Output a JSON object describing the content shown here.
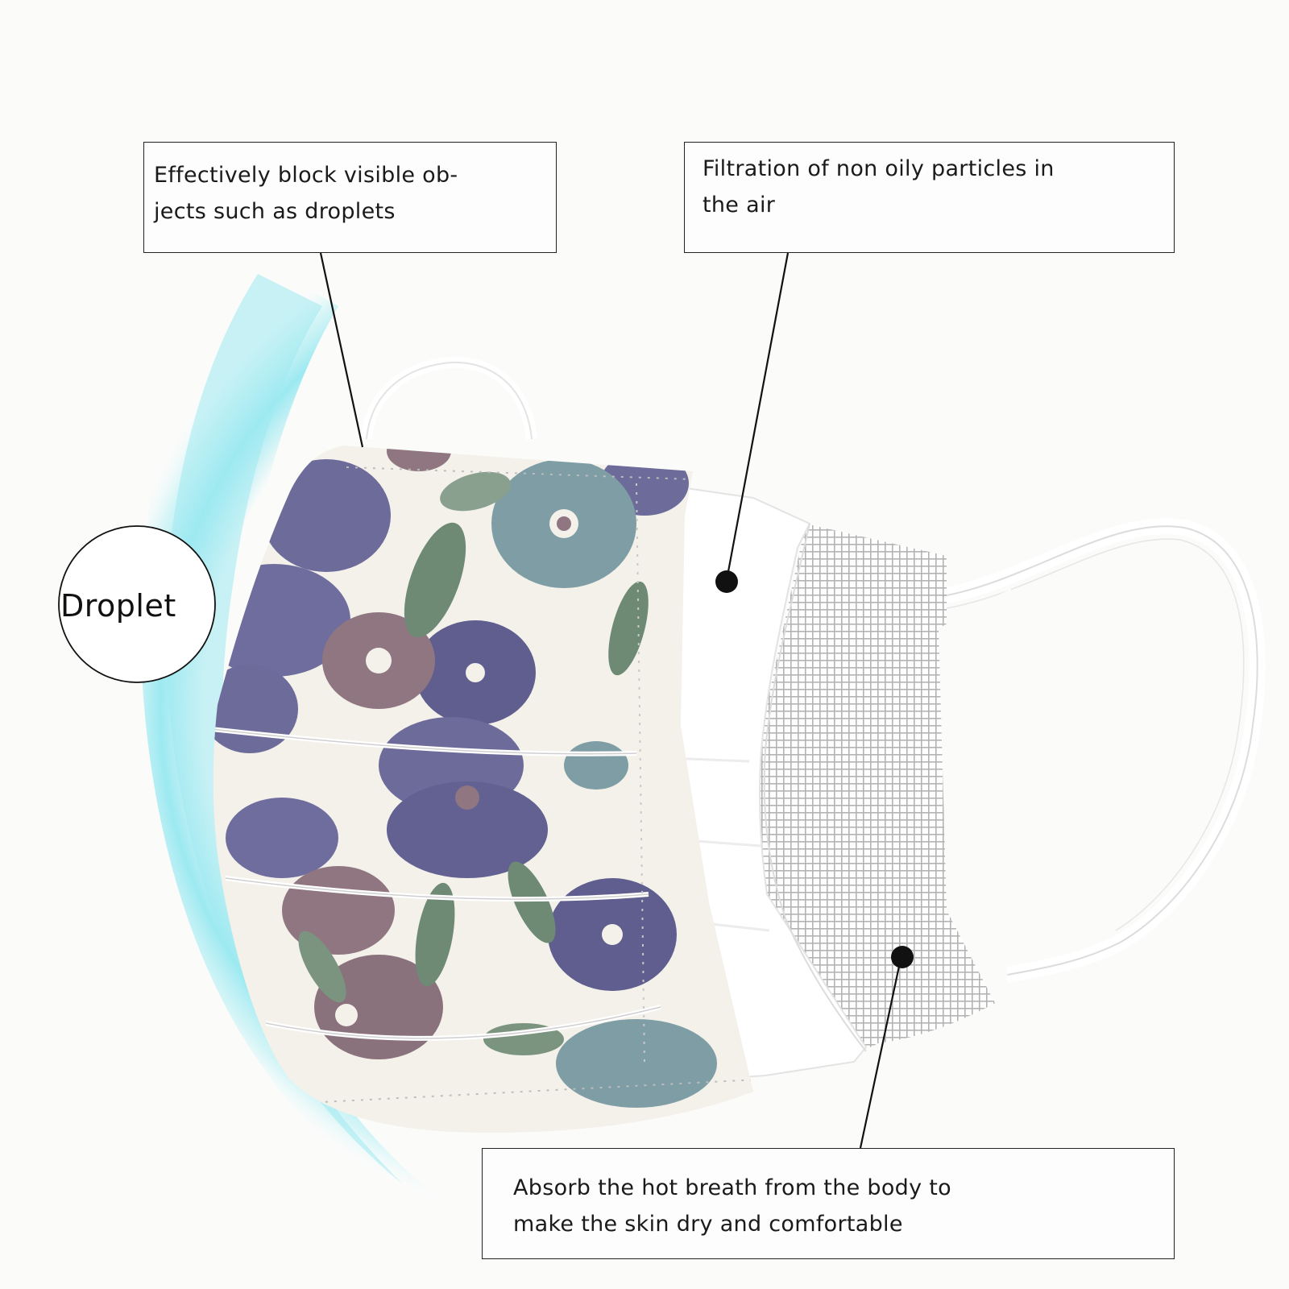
{
  "colors": {
    "background": "#fbfbfa",
    "droplet_halo": "#7fe3ee",
    "floral_base": "#f3f1ea",
    "floral_purple": "#6c6b9a",
    "floral_mauve": "#8f7680",
    "floral_teal": "#7f9da4",
    "floral_leaf": "#6f8a74",
    "inner_layer": "#ffffff",
    "mesh_layer": "#9b9b9b",
    "leader_line": "#111111"
  },
  "droplet": {
    "label": "Droplet"
  },
  "callouts": [
    {
      "id": "droplets",
      "lines": [
        "Effectively block visible ob-",
        "jects such as droplets"
      ]
    },
    {
      "id": "filtration",
      "lines": [
        "Filtration of non oily particles in",
        "the air"
      ]
    },
    {
      "id": "absorb",
      "lines": [
        "Absorb the hot breath from the body to",
        "make the skin dry and comfortable"
      ]
    }
  ],
  "mask": {
    "layers": [
      "outer-floral-layer",
      "middle-filter-layer",
      "inner-mesh-layer"
    ],
    "pattern": "floral"
  }
}
